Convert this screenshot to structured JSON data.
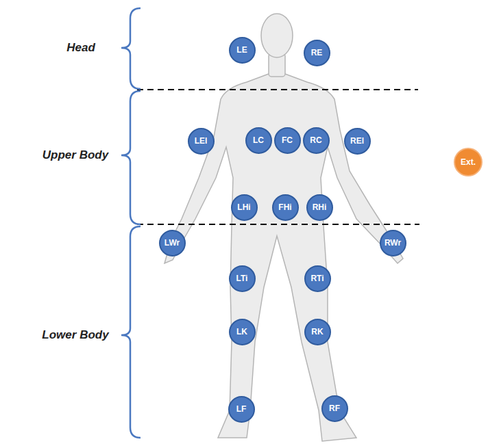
{
  "diagram": {
    "nodes": [
      {
        "text": [
          "LE"
        ]
      },
      {
        "text": [
          "RE"
        ]
      },
      {
        "text": [
          "LEl"
        ]
      },
      {
        "text": [
          "LC"
        ]
      },
      {
        "text": [
          "FC"
        ]
      },
      {
        "text": [
          "RC"
        ]
      },
      {
        "text": [
          "REl"
        ]
      },
      {
        "text": [
          "Ext."
        ]
      },
      {
        "text": [
          "LHi"
        ]
      },
      {
        "text": [
          "FHi"
        ]
      },
      {
        "text": [
          "RHi"
        ]
      },
      {
        "text": [
          "LWr"
        ]
      },
      {
        "text": [
          "RWr"
        ]
      },
      {
        "text": [
          "LTi"
        ]
      },
      {
        "text": [
          "RTi"
        ]
      },
      {
        "text": [
          "LK"
        ]
      },
      {
        "text": [
          "RK"
        ]
      },
      {
        "text": [
          "LF"
        ]
      },
      {
        "text": [
          "RF"
        ]
      }
    ],
    "labels": [
      "Head",
      "Upper Body",
      "Lower Body"
    ]
  }
}
